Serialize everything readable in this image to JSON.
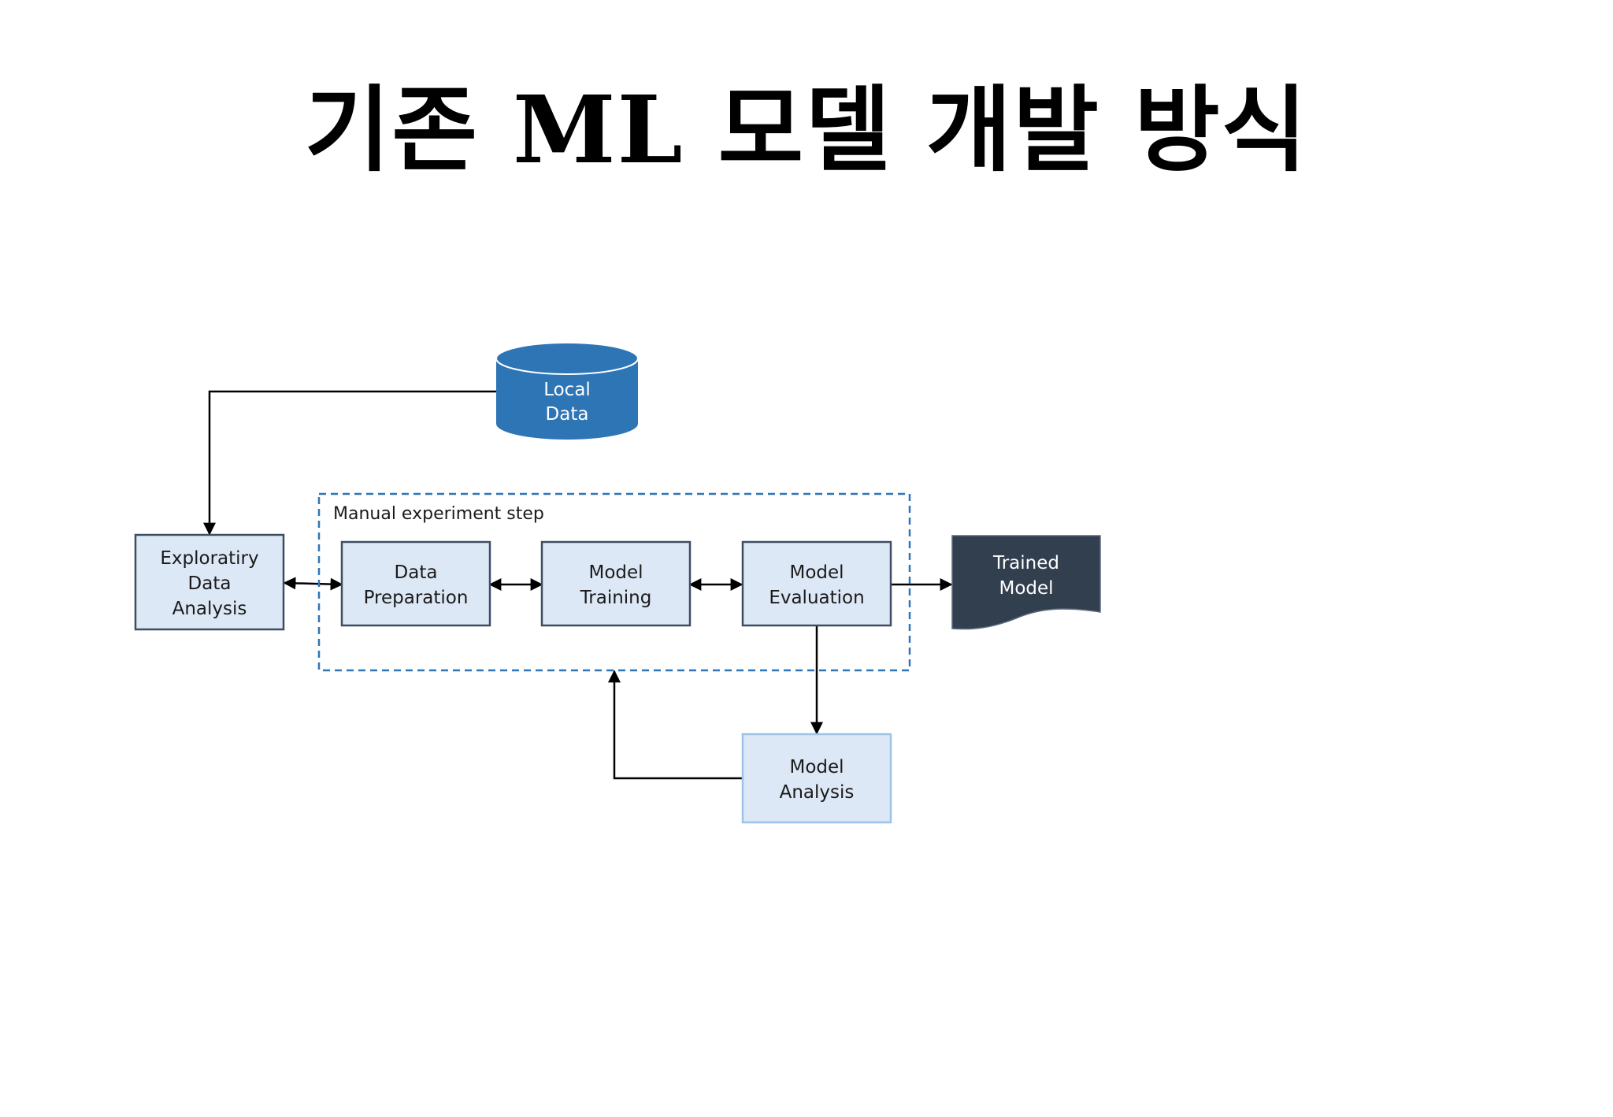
{
  "title": "기존 ML 모델 개발 방식",
  "diagram": {
    "local_data": {
      "line1": "Local",
      "line2": "Data"
    },
    "group_label": "Manual experiment step",
    "eda": {
      "line1": "Exploratiry",
      "line2": "Data",
      "line3": "Analysis"
    },
    "data_prep": {
      "line1": "Data",
      "line2": "Preparation"
    },
    "model_training": {
      "line1": "Model",
      "line2": "Training"
    },
    "model_evaluation": {
      "line1": "Model",
      "line2": "Evaluation"
    },
    "trained_model": {
      "line1": "Trained",
      "line2": "Model"
    },
    "model_analysis": {
      "line1": "Model",
      "line2": "Analysis"
    }
  },
  "colors": {
    "box_fill": "#dde8f6",
    "box_stroke": "#3d4e63",
    "cylinder_fill": "#2e75b6",
    "document_fill": "#323f4f",
    "group_stroke": "#2e75b6",
    "analysis_stroke": "#9dc3e6"
  }
}
